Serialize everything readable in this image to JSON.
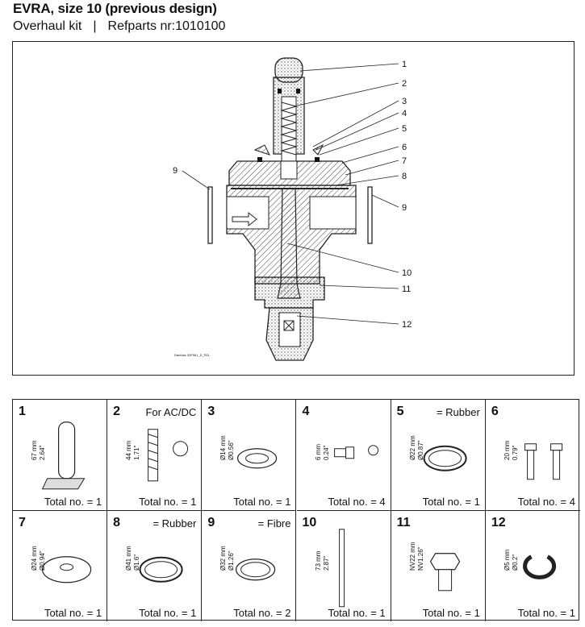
{
  "header": {
    "title": "EVRA, size 10 (previous design)",
    "kit_label": "Overhaul kit",
    "separator": "|",
    "refparts": "Refparts nr:1010100"
  },
  "drawing": {
    "callouts": [
      "1",
      "2",
      "3",
      "4",
      "5",
      "6",
      "7",
      "8",
      "9",
      "9",
      "10",
      "11",
      "12"
    ],
    "stamp": "Danfoss 32F561_D_R11"
  },
  "parts": [
    {
      "number": "1",
      "note": "",
      "dims": [
        "67 mm",
        "2.64\""
      ],
      "total": "Total no. = 1",
      "icon": "coil-sleeve-icon"
    },
    {
      "number": "2",
      "note": "For AC/DC",
      "dims": [
        "44 mm",
        "1.71\""
      ],
      "total": "Total no. = 1",
      "icon": "spring-icon"
    },
    {
      "number": "3",
      "note": "",
      "dims": [
        "Ø14 mm",
        "Ø0.56\""
      ],
      "total": "Total no. = 1",
      "icon": "washer-icon"
    },
    {
      "number": "4",
      "note": "",
      "dims": [
        "6 mm",
        "0.24\""
      ],
      "total": "Total no. = 4",
      "icon": "screw-icon"
    },
    {
      "number": "5",
      "note": "= Rubber",
      "dims": [
        "Ø22 mm",
        "Ø0.87\""
      ],
      "total": "Total no. = 1",
      "icon": "o-ring-icon"
    },
    {
      "number": "6",
      "note": "",
      "dims": [
        "20 mm",
        "0.79\""
      ],
      "total": "Total no. = 4",
      "icon": "bolt-icon"
    },
    {
      "number": "7",
      "note": "",
      "dims": [
        "Ø24 mm",
        "Ø0.94\""
      ],
      "total": "Total no. = 1",
      "icon": "diaphragm-icon"
    },
    {
      "number": "8",
      "note": "= Rubber",
      "dims": [
        "Ø41 mm",
        "Ø1.6\""
      ],
      "total": "Total no. = 1",
      "icon": "o-ring-icon"
    },
    {
      "number": "9",
      "note": "= Fibre",
      "dims": [
        "Ø32 mm",
        "Ø1.26\""
      ],
      "total": "Total no. = 2",
      "icon": "gasket-icon"
    },
    {
      "number": "10",
      "note": "",
      "dims": [
        "73 mm",
        "2.87\""
      ],
      "total": "Total no. = 1",
      "icon": "spindle-icon"
    },
    {
      "number": "11",
      "note": "",
      "dims": [
        "NV22 mm",
        "NV1.26\""
      ],
      "total": "Total no. = 1",
      "icon": "nut-icon"
    },
    {
      "number": "12",
      "note": "",
      "dims": [
        "Ø5 mm",
        "Ø0.2\""
      ],
      "total": "Total no. = 1",
      "icon": "circlip-icon"
    }
  ],
  "colors": {
    "line": "#222222",
    "hatch": "#555555"
  }
}
